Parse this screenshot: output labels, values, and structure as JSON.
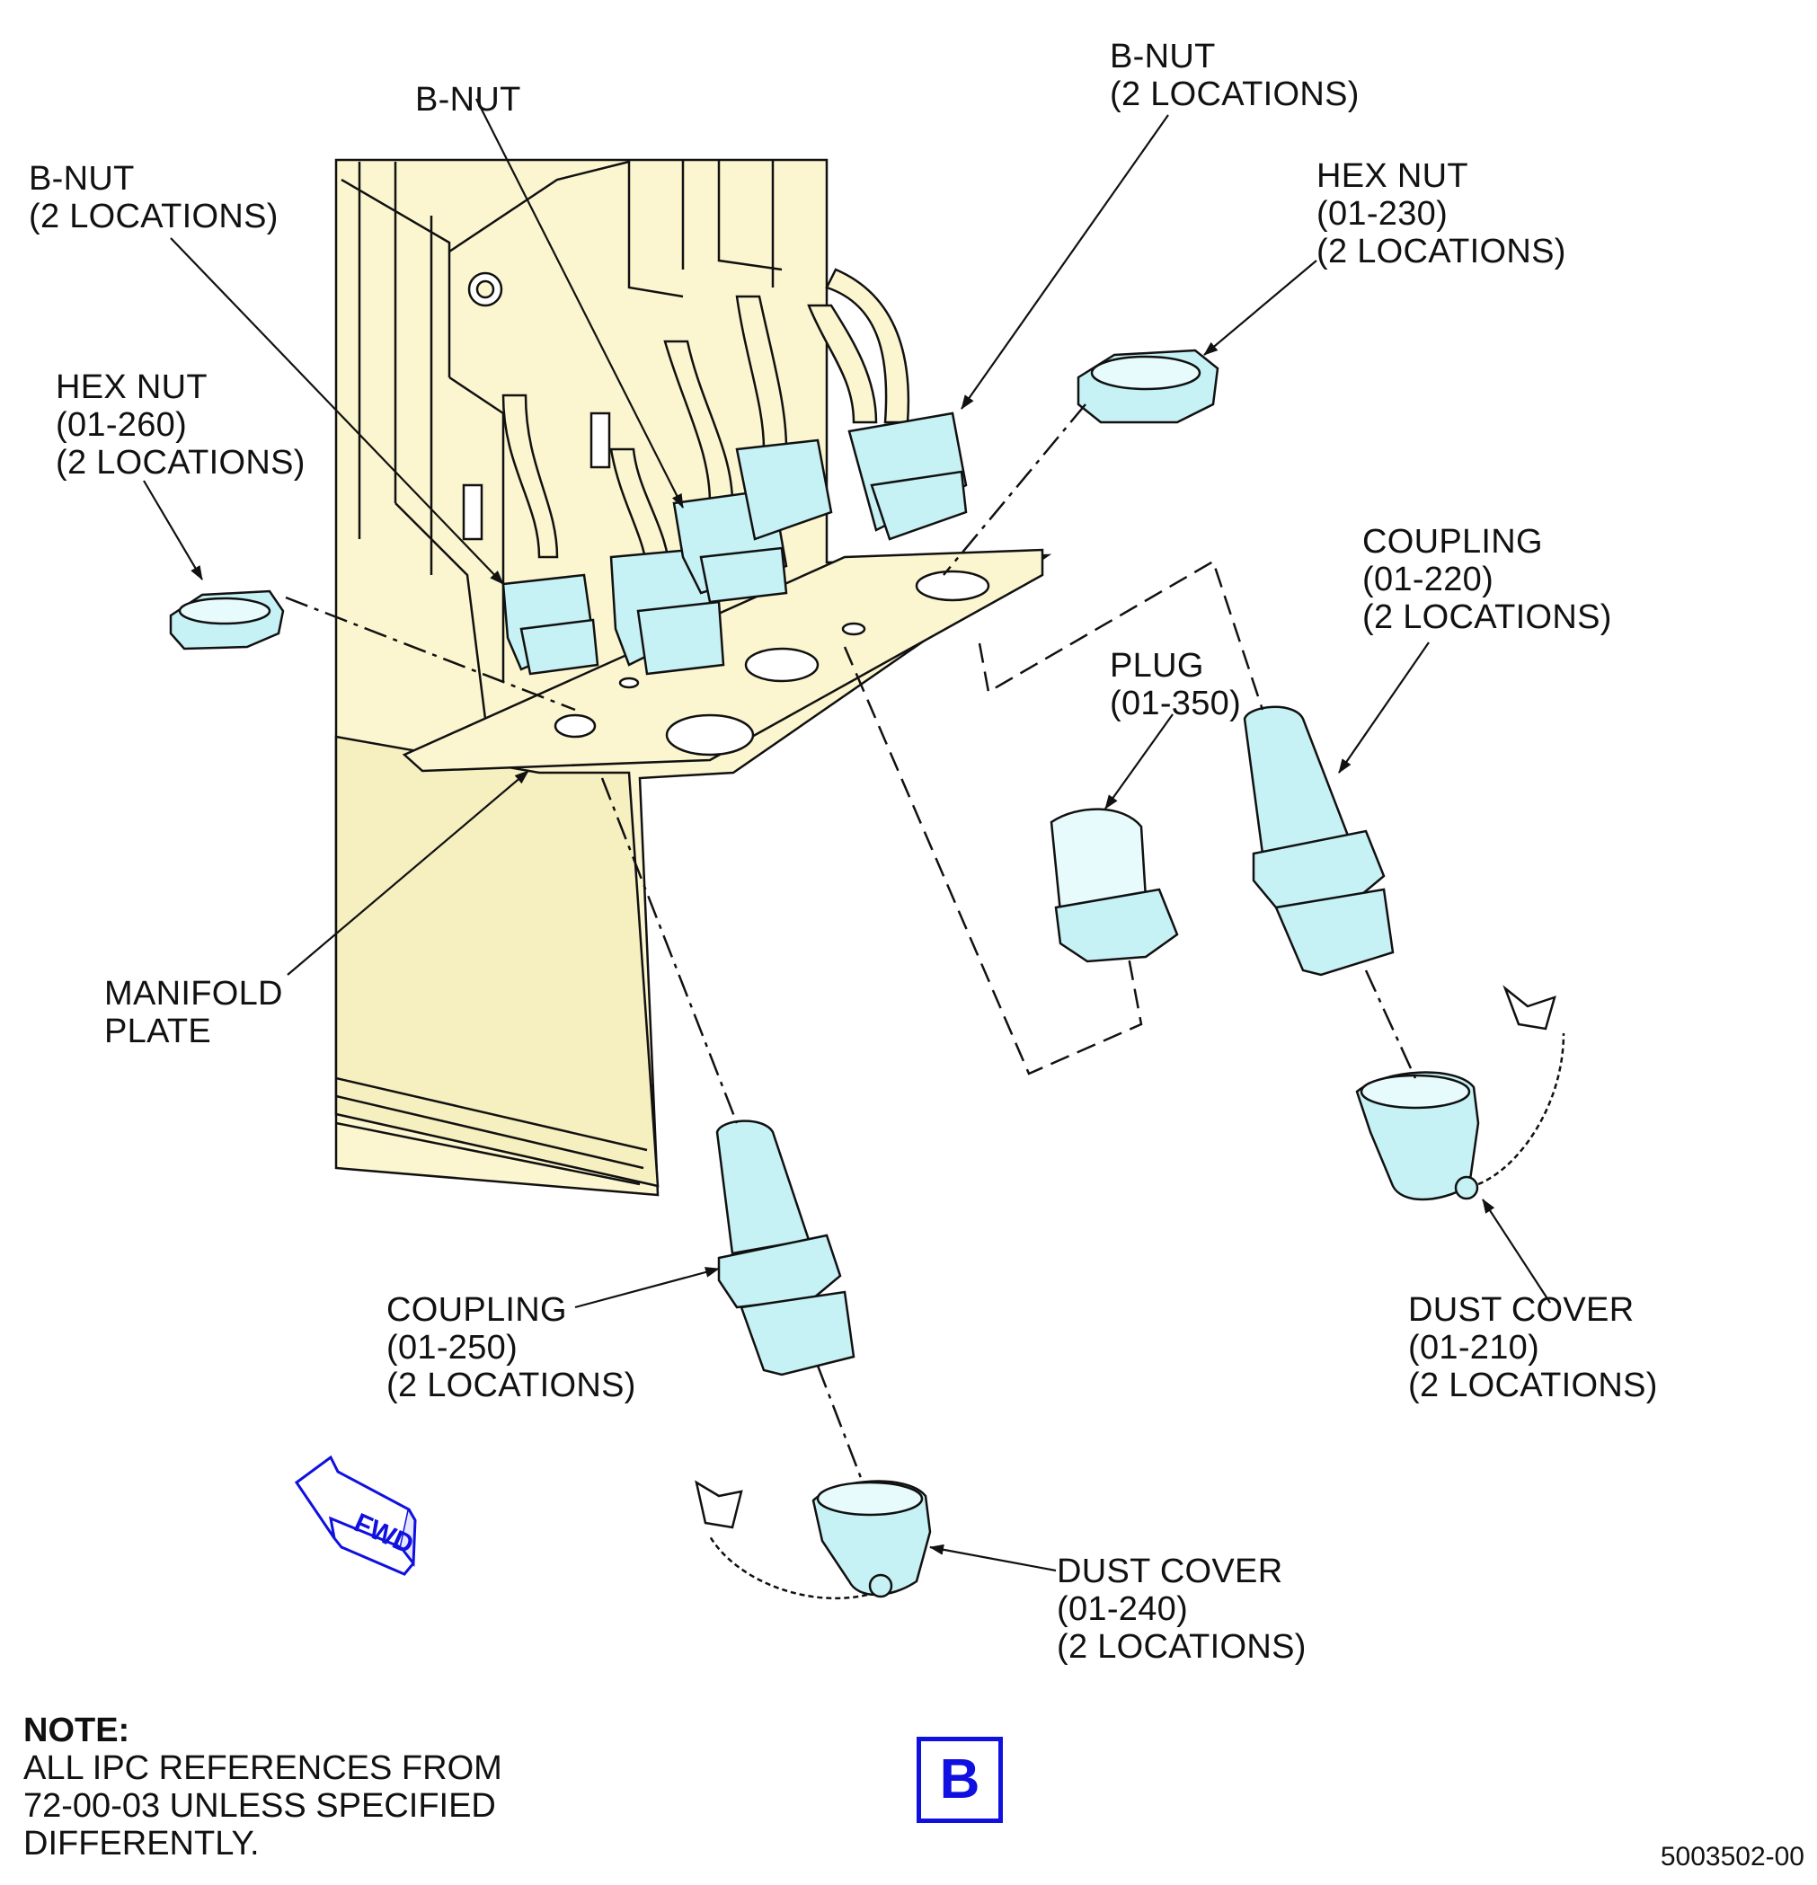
{
  "labels": {
    "bnut_top": [
      "B-NUT"
    ],
    "bnut_top_right": [
      "B-NUT",
      "(2 LOCATIONS)"
    ],
    "bnut_left": [
      "B-NUT",
      "(2 LOCATIONS)"
    ],
    "hexnut_right": [
      "HEX NUT",
      "(01-230)",
      "(2 LOCATIONS)"
    ],
    "hexnut_left": [
      "HEX NUT",
      "(01-260)",
      "(2 LOCATIONS)"
    ],
    "coupling_right": [
      "COUPLING",
      "(01-220)",
      "(2 LOCATIONS)"
    ],
    "plug": [
      "PLUG",
      "(01-350)"
    ],
    "manifold": [
      "MANIFOLD",
      "PLATE"
    ],
    "coupling_left": [
      "COUPLING",
      "(01-250)",
      "(2 LOCATIONS)"
    ],
    "dustcover_right": [
      "DUST COVER",
      "(01-210)",
      "(2 LOCATIONS)"
    ],
    "dustcover_left": [
      "DUST COVER",
      "(01-240)",
      "(2 LOCATIONS)"
    ]
  },
  "note": {
    "title": "NOTE:",
    "lines": [
      "ALL IPC REFERENCES FROM",
      "72-00-03 UNLESS SPECIFIED",
      "DIFFERENTLY."
    ]
  },
  "fwd_arrow": "FWD",
  "view_letter": "B",
  "figure_number": "5003502-00",
  "colors": {
    "housing_fill": "#fbf6cf",
    "part_fill": "#c6f1f5",
    "line": "#111111",
    "accent_blue": "#1010e0"
  }
}
